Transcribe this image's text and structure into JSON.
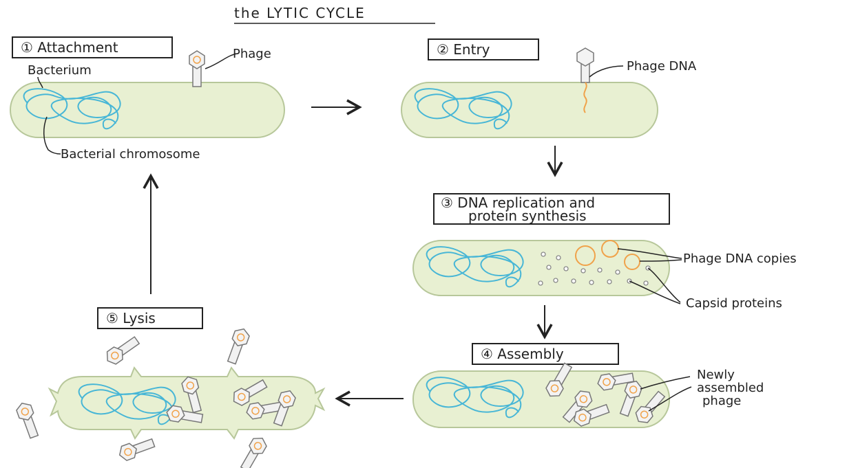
{
  "title": "the LYTIC CYCLE",
  "steps": [
    {
      "label": "① Attachment"
    },
    {
      "label": "② Entry"
    },
    {
      "label": "③ DNA replication and",
      "label2": "protein synthesis"
    },
    {
      "label": "④ Assembly"
    },
    {
      "label": "⑤ Lysis"
    }
  ],
  "labels": {
    "phage": "Phage",
    "bacterium": "Bacterium",
    "bacterial_chromosome": "Bacterial chromosome",
    "phage_dna": "Phage DNA",
    "phage_dna_copies": "Phage DNA copies",
    "capsid_proteins": "Capsid proteins",
    "newly_assembled_1": "Newly",
    "newly_assembled_2": "assembled",
    "newly_assembled_3": "phage"
  },
  "colors": {
    "cell_fill": "#e8f0d2",
    "chromosome": "#47b6d6",
    "phage_dna": "#f0a24a"
  }
}
